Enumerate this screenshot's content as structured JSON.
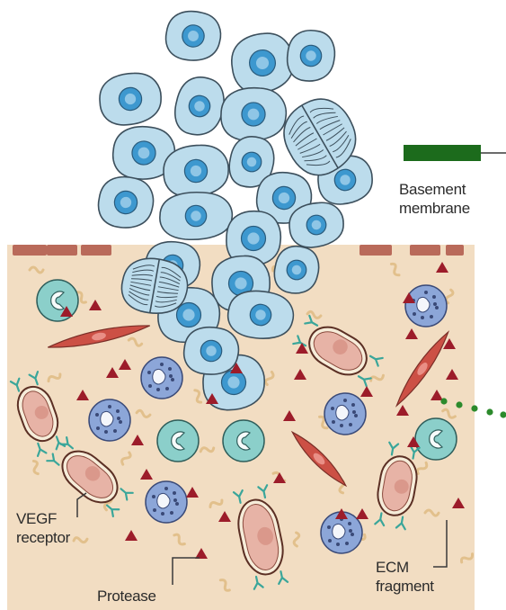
{
  "labels": {
    "basement_membrane": [
      "Basement",
      "membrane"
    ],
    "vegf_receptor": [
      "VEGF",
      "receptor"
    ],
    "protease": "Protease",
    "ecm_fragment": [
      "ECM",
      "fragment"
    ]
  },
  "colors": {
    "stroma": "#f2ddc2",
    "tumour_cell": "#bcdcec",
    "tumour_nucleus": "#3d98cf",
    "membrane_segment": "#b96a5a",
    "legend_bar": "#1c6b1c",
    "protease": "#9c1c2a",
    "vegf_receptor": "#3aa69a",
    "endothelial_cell": "#e7b3a6",
    "fibroblast": "#cc5045",
    "macrophage": "#8bcfca",
    "mast_cell": "#8ca6d8",
    "ecm_fragment": "#e2c08c",
    "ellipsis_dots": "#2c8a2c"
  },
  "icons": [
    "protease-triangle-icon",
    "vegf-receptor-icon",
    "ecm-fragment-icon"
  ]
}
